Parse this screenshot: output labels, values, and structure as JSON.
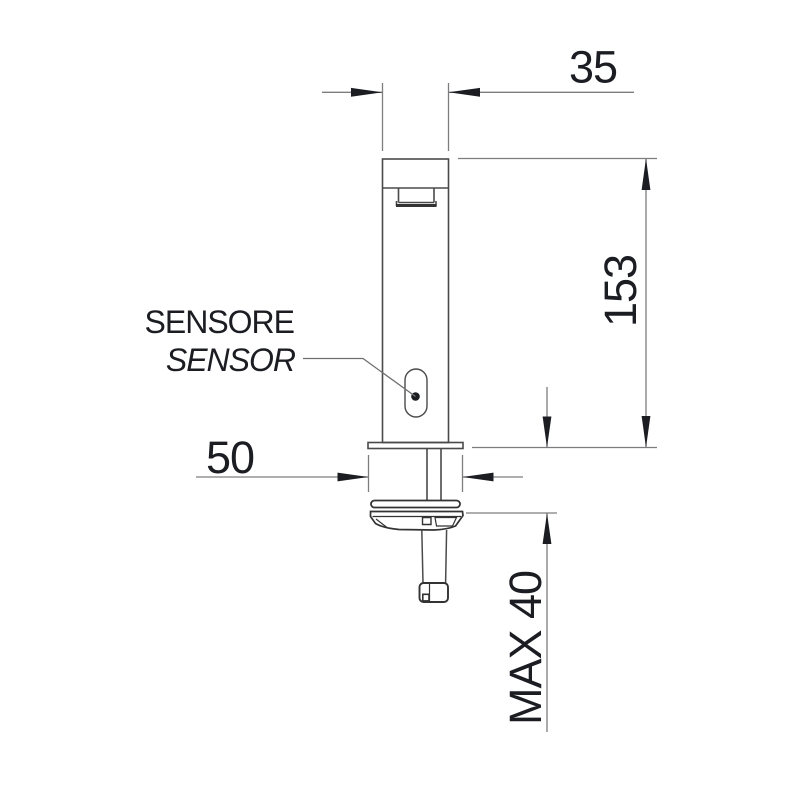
{
  "drawing": {
    "labels": {
      "sensor_primary": "SENSORE",
      "sensor_secondary": "SENSOR"
    },
    "dimensions": {
      "spout_width": "35",
      "height": "153",
      "base_width": "50",
      "max_mount_thickness": "MAX 40"
    },
    "colors": {
      "background": "#ffffff",
      "outline": "#4a4a4a",
      "outline_bold": "#333333",
      "dimension_line": "#7d7d7d",
      "leader_line": "#6f6f6f",
      "arrow": "#1b1d22",
      "text": "#1b1d22"
    }
  }
}
